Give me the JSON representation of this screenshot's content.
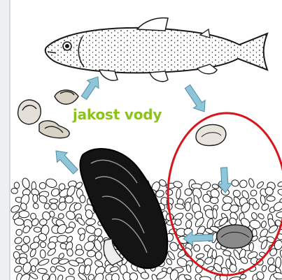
{
  "diagram": {
    "label": "jakost vody",
    "colors": {
      "label": "#8cc21e",
      "arrow": "#8ec5d8",
      "arrow_stroke": "#4f8ea3",
      "highlight": "#d9141c",
      "ink": "#1a1a1a",
      "left_border": "#c9cdd2"
    },
    "elements": [
      "fish",
      "mussel-shells",
      "adult-mussel",
      "glochidium",
      "juvenile-mussel",
      "gravel-bed",
      "lifecycle-arrows",
      "highlight-ellipse"
    ]
  }
}
